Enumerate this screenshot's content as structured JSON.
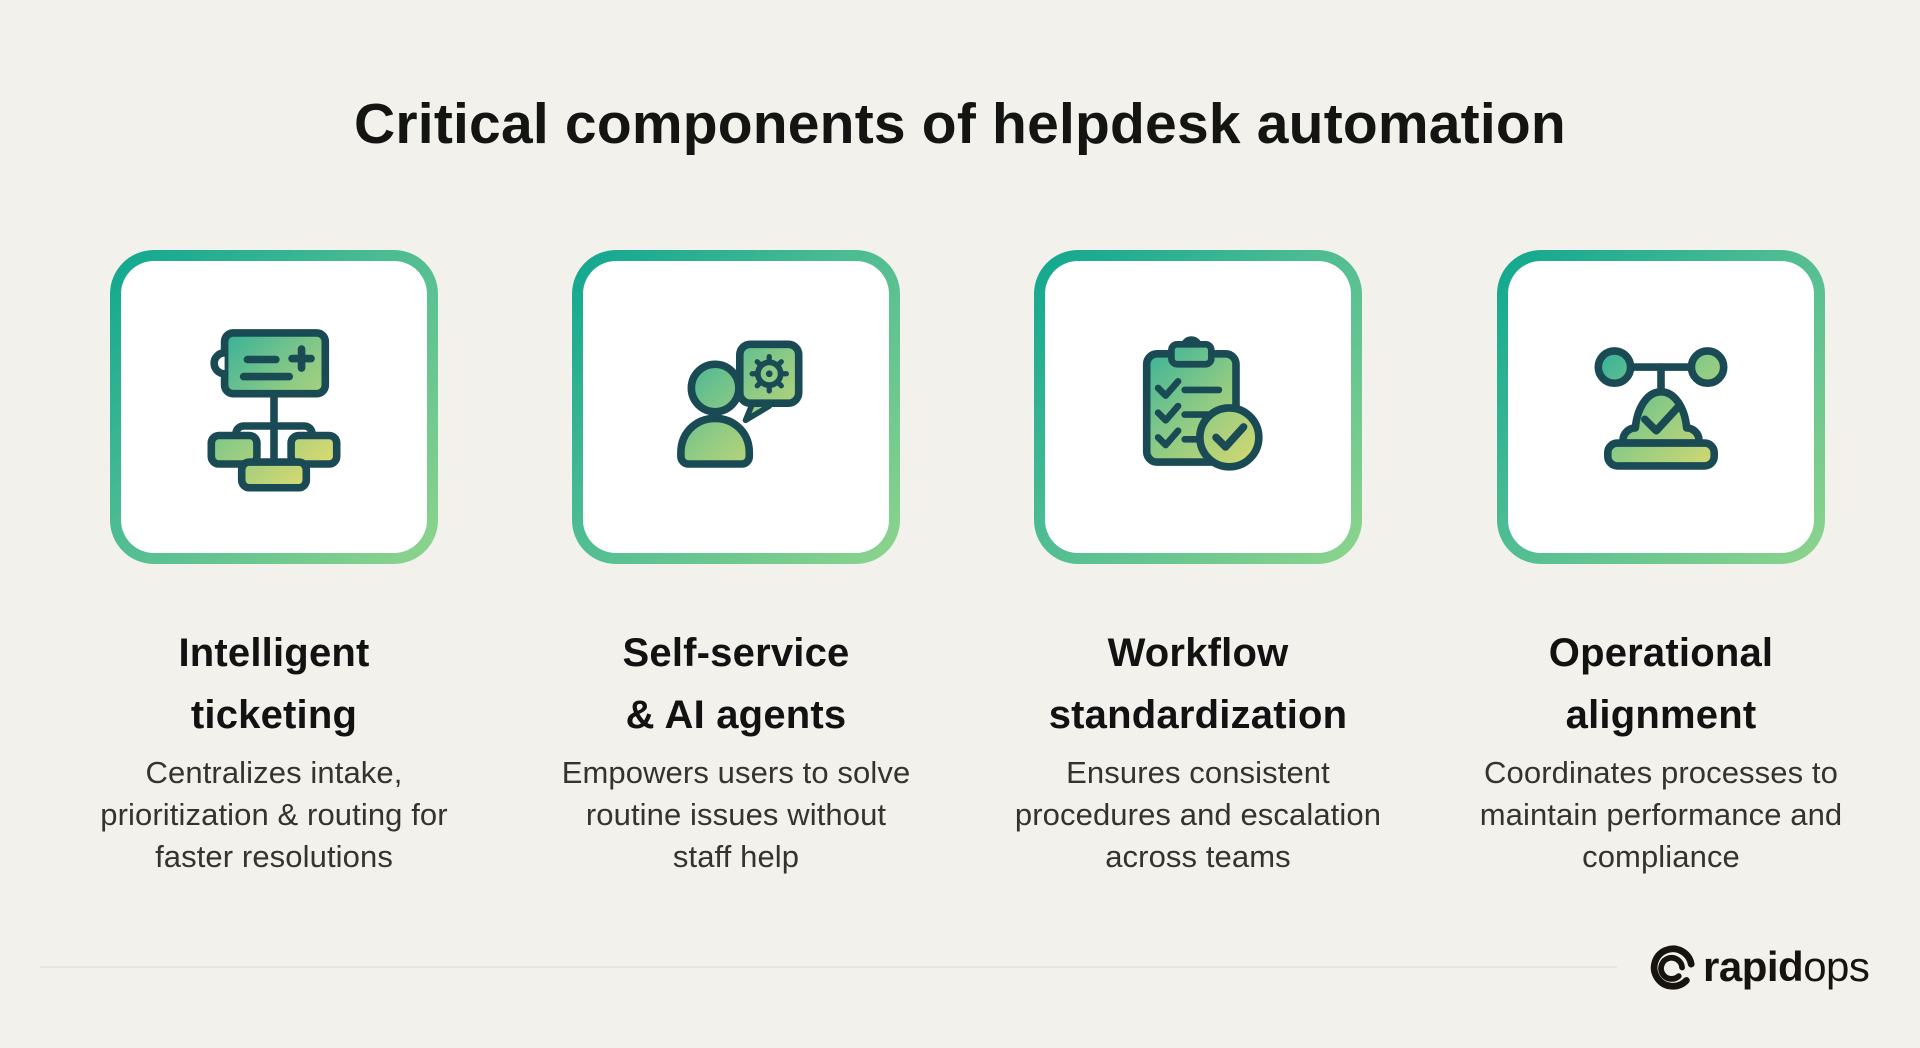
{
  "page": {
    "background_color": "#F2F1EB",
    "title": "Critical components of helpdesk automation",
    "title_color": "#141413"
  },
  "theme": {
    "card_border_gradient": [
      "#0FA78F",
      "#8ED48C"
    ],
    "icon_stroke_color": "#1A4B54",
    "icon_gradient": [
      "#2FAF9B",
      "#8FCB84",
      "#E0DA6E"
    ],
    "card_background": "#FFFFFF",
    "divider_color": "#E6E4DE"
  },
  "cards": [
    {
      "icon": "ticket-routing-icon",
      "title": "Intelligent\nticketing",
      "description": "Centralizes intake,\nprioritization & routing for\nfaster resolutions"
    },
    {
      "icon": "user-gear-chat-icon",
      "title": "Self-service\n& AI agents",
      "description": "Empowers users to solve\nroutine issues without\nstaff help"
    },
    {
      "icon": "checklist-clipboard-icon",
      "title": "Workflow\nstandardization",
      "description": "Ensures consistent\nprocedures and escalation\nacross teams"
    },
    {
      "icon": "alignment-check-icon",
      "title": "Operational\nalignment",
      "description": "Coordinates processes to\nmaintain performance and\ncompliance"
    }
  ],
  "footer": {
    "logo_icon": "rapidops-swirl-icon",
    "brand_bold": "rapid",
    "brand_light": "ops",
    "brand_color": "#17140F"
  }
}
